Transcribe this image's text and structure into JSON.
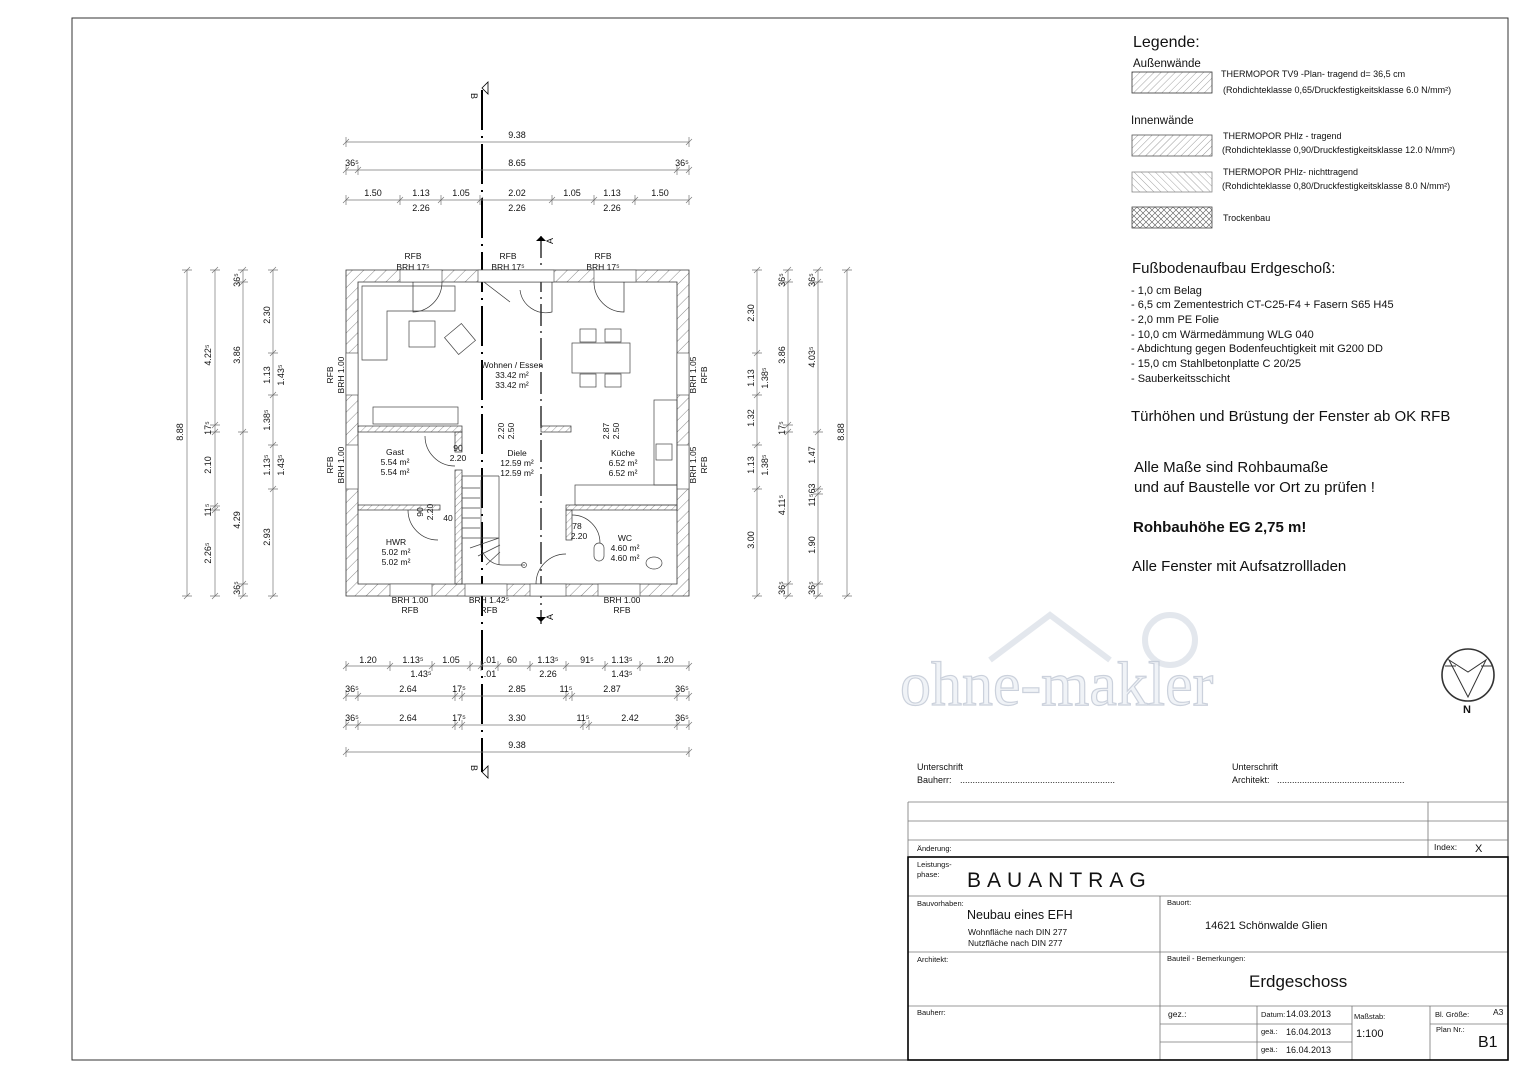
{
  "legend": {
    "title": "Legende:",
    "outer_walls_heading": "Außenwände",
    "outer_wall": {
      "line1": "THERMOPOR TV9 -Plan- tragend  d= 36,5 cm",
      "line2": "(Rohdichteklasse 0,65/Druckfestigkeitsklasse 6.0 N/mm²)"
    },
    "inner_walls_heading": "Innenwände",
    "inner_bearing": {
      "line1": "THERMOPOR PHlz - tragend",
      "line2": "(Rohdichteklasse 0,90/Druckfestigkeitsklasse 12.0 N/mm²)"
    },
    "inner_nonbearing": {
      "line1": "THERMOPOR PHlz- nichttragend",
      "line2": "(Rohdichteklasse 0,80/Druckfestigkeitsklasse 8.0 N/mm²)"
    },
    "drywall": "Trockenbau"
  },
  "floor_build": {
    "title": "Fußbodenaufbau Erdgeschoß:",
    "layers": [
      "- 1,0 cm Belag",
      "-  6,5 cm Zementestrich CT-C25-F4 + Fasern S65 H45",
      "-  2,0 mm PE Folie",
      "- 10,0 cm Wärmedämmung WLG 040",
      "- Abdichtung gegen Bodenfeuchtigkeit mit G200 DD",
      "- 15,0 cm Stahlbetonplatte C 20/25",
      "- Sauberkeitsschicht"
    ]
  },
  "notes": {
    "door_heights": "Türhöhen und Brüstung der Fenster ab OK RFB",
    "dims_line1": "Alle Maße sind Rohbaumaße",
    "dims_line2": "und auf Baustelle vor Ort zu prüfen !",
    "height": "Rohbauhöhe EG 2,75 m!",
    "shutters": "Alle Fenster mit Aufsatzrollladen"
  },
  "north_label": "N",
  "sections": {
    "b": "B",
    "a": "A"
  },
  "watermark": "ohne-makler",
  "rooms": [
    {
      "name": "Wohnen / Essen",
      "area1": "33.42 m²",
      "area2": "33.42 m²"
    },
    {
      "name": "Gast",
      "area1": "5.54 m²",
      "area2": "5.54 m²"
    },
    {
      "name": "Diele",
      "area1": "12.59 m²",
      "area2": "12.59 m²"
    },
    {
      "name": "Küche",
      "area1": "6.52 m²",
      "area2": "6.52 m²"
    },
    {
      "name": "HWR",
      "area1": "5.02 m²",
      "area2": "5.02 m²"
    },
    {
      "name": "WC",
      "area1": "4.60 m²",
      "area2": "4.60 m²"
    }
  ],
  "openings": {
    "top": [
      {
        "l1": "RFB",
        "l2": "BRH 17⁵"
      },
      {
        "l1": "RFB",
        "l2": "BRH 17⁵"
      },
      {
        "l1": "RFB",
        "l2": "BRH 17⁵"
      }
    ],
    "left": [
      {
        "l1": "RFB",
        "l2": "BRH 1.00"
      },
      {
        "l1": "RFB",
        "l2": "BRH 1.00"
      }
    ],
    "right": [
      {
        "l1": "BRH 1.05",
        "l2": "RFB"
      },
      {
        "l1": "BRH 1.05",
        "l2": "RFB"
      }
    ],
    "bottom": [
      {
        "l1": "BRH 1.00",
        "l2": "RFB"
      },
      {
        "l1": "BRH 1.42⁵",
        "l2": "RFB"
      },
      {
        "l1": "BRH 1.00",
        "l2": "RFB"
      }
    ],
    "doors": [
      {
        "w": "90",
        "h": "2.20"
      },
      {
        "w": "2.20",
        "h": "2.50"
      },
      {
        "w": "2.87",
        "h": "2.50"
      },
      {
        "w": "90",
        "h": "2.20"
      },
      {
        "w": "78",
        "h": "2.20"
      }
    ],
    "niche": "40"
  },
  "dimensions": {
    "top": {
      "overall": "9.38",
      "inner": [
        "36⁵",
        "8.65",
        "36⁵"
      ],
      "segments": [
        "1.50",
        "1.13",
        "1.05",
        "2.02",
        "1.05",
        "1.13",
        "1.50"
      ],
      "subtotals": [
        "2.26",
        "2.26",
        "2.26"
      ]
    },
    "bottom": {
      "segments": [
        "1.20",
        "1.13⁵",
        "1.05",
        ".01",
        "60",
        "1.13⁵",
        "91⁵",
        "1.13⁵",
        "1.20"
      ],
      "subtotals": [
        "1.43⁵",
        ".01",
        "2.26",
        "1.43⁵"
      ],
      "chain2": [
        "36⁵",
        "2.64",
        "17⁵",
        "2.85",
        "11⁵",
        "2.87",
        "36⁵"
      ],
      "chain3": [
        "36⁵",
        "2.64",
        "17⁵",
        "3.30",
        "11⁵",
        "2.42",
        "36⁵"
      ],
      "overall": "9.38"
    },
    "left": {
      "overall": "8.88",
      "chain2": [
        "4.22⁵",
        "17⁵",
        "2.10",
        "11⁵",
        "2.26⁵"
      ],
      "chain3": [
        "36⁵",
        "3.86",
        "4.29",
        "36⁵"
      ],
      "chain4": [
        "2.30",
        "1.13",
        "1.38⁵",
        "1.13⁵",
        "2.93"
      ],
      "chain4_sub": [
        "1.43⁵",
        "1.43⁵"
      ]
    },
    "right": {
      "chain1": [
        "2.30",
        "1.13",
        "1.32",
        "1.13",
        "3.00"
      ],
      "chain1_sub": [
        "1.38⁵",
        "1.38⁵"
      ],
      "chain2": [
        "36⁵",
        "3.86",
        "17⁵",
        "4.11⁵",
        "36⁵"
      ],
      "chain3": [
        "36⁵",
        "4.03⁵",
        "1.47",
        "11⁵63",
        "1.90",
        "36⁵"
      ],
      "overall": "8.88"
    }
  },
  "signatures": {
    "left_l1": "Unterschrift",
    "left_l2": "Bauherr:",
    "left_dots": "..............................................................",
    "right_l1": "Unterschrift",
    "right_l2": "Architekt:",
    "right_dots": "..................................................."
  },
  "title_block": {
    "change_label": "Änderung:",
    "index_label": "Index:",
    "index_value": "X",
    "phase_label_1": "Leistungs-",
    "phase_label_2": "phase:",
    "phase_value": "BAUANTRAG",
    "project_label": "Bauvorhaben:",
    "project_value": "Neubau eines EFH",
    "project_note1": "Wohnfläche nach DIN 277",
    "project_note2": "Nutzfläche nach DIN 277",
    "location_label": "Bauort:",
    "location_value": "14621 Schönwalde Glien",
    "architect_label": "Architekt:",
    "component_label": "Bauteil - Bemerkungen:",
    "component_value": "Erdgeschoss",
    "owner_label": "Bauherr:",
    "drawn_label": "gez.:",
    "date_label": "Datum:",
    "date_value": "14.03.2013",
    "changed1_label": "geä.:",
    "changed1_value": "16.04.2013",
    "changed2_label": "geä.:",
    "changed2_value": "16.04.2013",
    "scale_label": "Maßstab:",
    "scale_value": "1:100",
    "sheet_size_label": "Bl. Größe:",
    "sheet_size_value": "A3",
    "plan_no_label": "Plan Nr.:",
    "plan_no_value": "B1"
  }
}
